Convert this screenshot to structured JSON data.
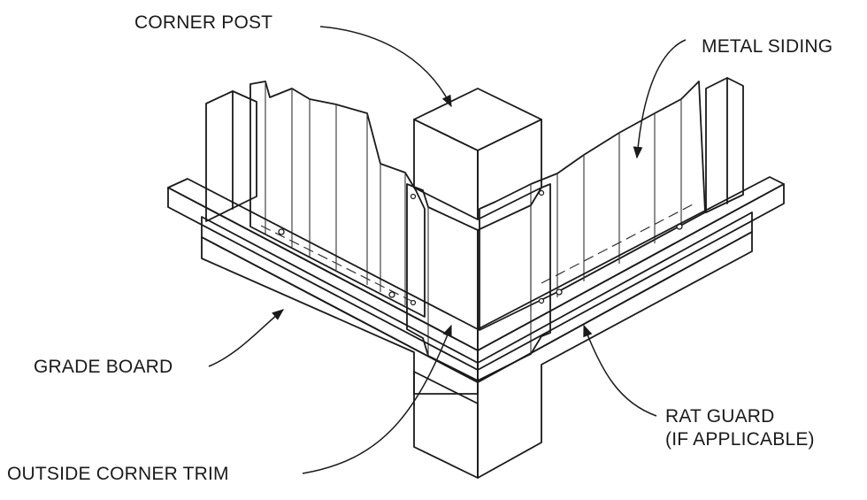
{
  "labels": {
    "corner_post": "CORNER POST",
    "metal_siding": "METAL SIDING",
    "grade_board": "GRADE BOARD",
    "rat_guard_line1": "RAT GUARD",
    "rat_guard_line2": "(IF APPLICABLE)",
    "outside_corner_trim": "OUTSIDE CORNER TRIM"
  }
}
